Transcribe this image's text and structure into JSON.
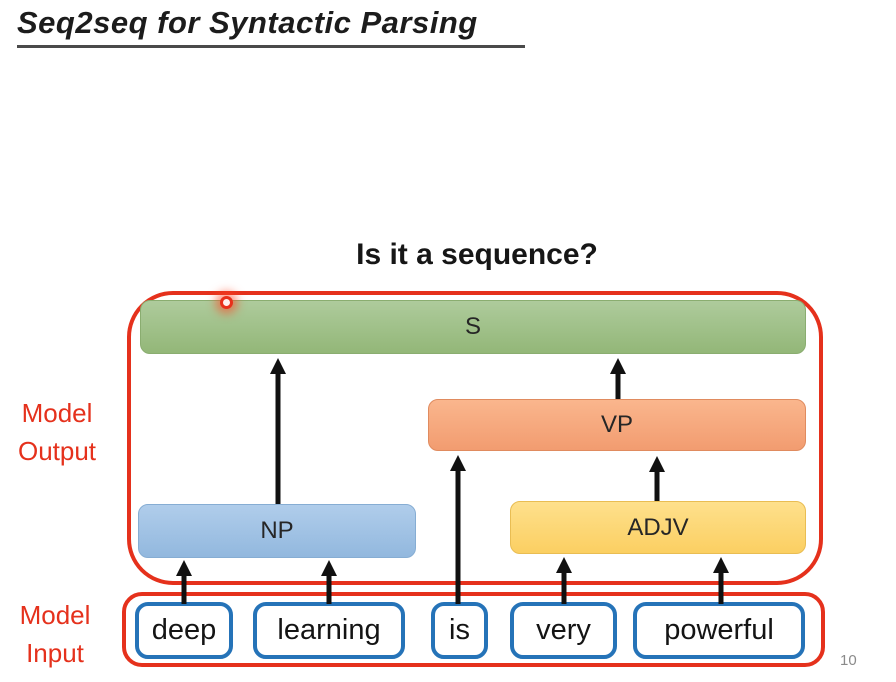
{
  "slide": {
    "title": "Seq2seq for Syntactic Parsing",
    "question": "Is it a sequence?",
    "page_number": "10"
  },
  "labels": {
    "model_output_line1": "Model",
    "model_output_line2": "Output",
    "model_input_line1": "Model",
    "model_input_line2": "Input"
  },
  "tree": {
    "s": "S",
    "vp": "VP",
    "np": "NP",
    "adjv": "ADJV"
  },
  "input": {
    "words": [
      "deep",
      "learning",
      "is",
      "very",
      "powerful"
    ]
  },
  "colors": {
    "annotation_red": "#e5311c",
    "node_green": "#a3c48d",
    "node_orange": "#f8a97e",
    "node_blue": "#9fc0e4",
    "node_yellow": "#fdd67a",
    "word_border_blue": "#2573b8",
    "arrow_black": "#111111",
    "title_black": "#1c1c1c",
    "page_number_gray": "#8a8a8a"
  }
}
